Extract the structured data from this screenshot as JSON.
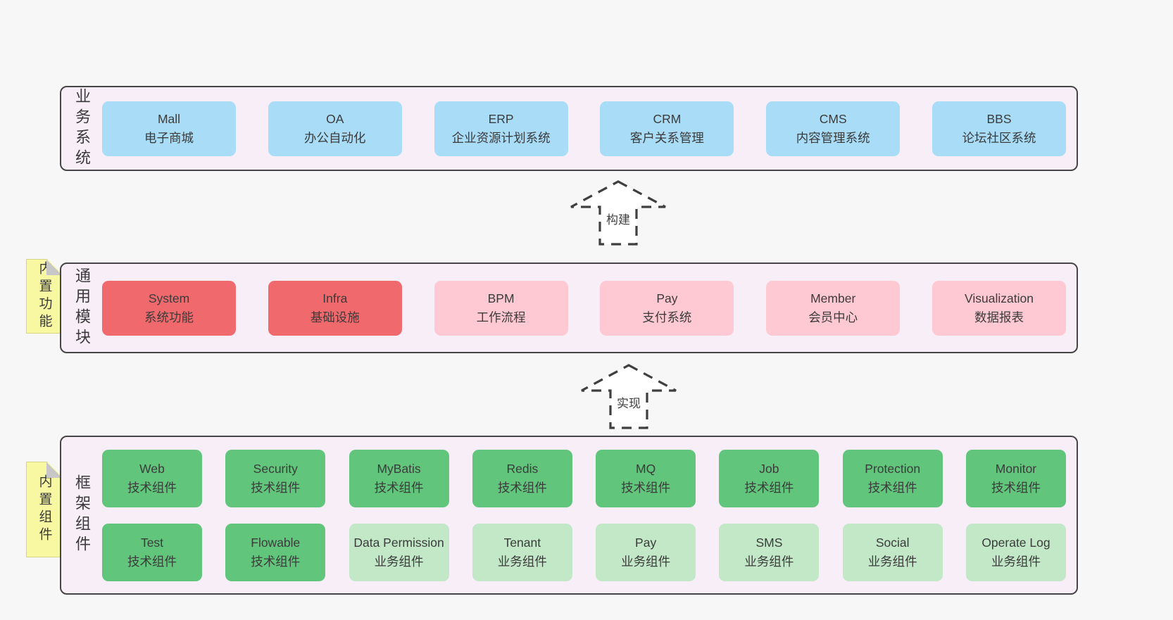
{
  "colors": {
    "page_bg": "#f7f7f7",
    "panel_bg": "#f8eef8",
    "panel_border": "#454545",
    "box_blue": "#a9dcf6",
    "box_red": "#f0696c",
    "box_pink": "#ffc9d3",
    "box_green": "#62c57c",
    "box_light_green": "#c2e8c8",
    "sticky_yellow": "#f8f8a2",
    "text": "#3b3b3b"
  },
  "panels": [
    {
      "label": "业务系统",
      "boxes": [
        {
          "title": "Mall",
          "subtitle": "电子商城"
        },
        {
          "title": "OA",
          "subtitle": "办公自动化"
        },
        {
          "title": "ERP",
          "subtitle": "企业资源计划系统"
        },
        {
          "title": "CRM",
          "subtitle": "客户关系管理"
        },
        {
          "title": "CMS",
          "subtitle": "内容管理系统"
        },
        {
          "title": "BBS",
          "subtitle": "论坛社区系统"
        }
      ]
    },
    {
      "label": "通用模块",
      "sticky": "内置功能",
      "boxes": [
        {
          "title": "System",
          "subtitle": "系统功能"
        },
        {
          "title": "Infra",
          "subtitle": "基础设施"
        },
        {
          "title": "BPM",
          "subtitle": "工作流程"
        },
        {
          "title": "Pay",
          "subtitle": "支付系统"
        },
        {
          "title": "Member",
          "subtitle": "会员中心"
        },
        {
          "title": "Visualization",
          "subtitle": "数据报表"
        }
      ]
    },
    {
      "label": "框架组件",
      "sticky": "内置组件",
      "rows": [
        [
          {
            "title": "Web",
            "subtitle": "技术组件"
          },
          {
            "title": "Security",
            "subtitle": "技术组件"
          },
          {
            "title": "MyBatis",
            "subtitle": "技术组件"
          },
          {
            "title": "Redis",
            "subtitle": "技术组件"
          },
          {
            "title": "MQ",
            "subtitle": "技术组件"
          },
          {
            "title": "Job",
            "subtitle": "技术组件"
          },
          {
            "title": "Protection",
            "subtitle": "技术组件"
          },
          {
            "title": "Monitor",
            "subtitle": "技术组件"
          }
        ],
        [
          {
            "title": "Test",
            "subtitle": "技术组件"
          },
          {
            "title": "Flowable",
            "subtitle": "技术组件"
          },
          {
            "title": "Data Permission",
            "subtitle": "业务组件"
          },
          {
            "title": "Tenant",
            "subtitle": "业务组件"
          },
          {
            "title": "Pay",
            "subtitle": "业务组件"
          },
          {
            "title": "SMS",
            "subtitle": "业务组件"
          },
          {
            "title": "Social",
            "subtitle": "业务组件"
          },
          {
            "title": "Operate Log",
            "subtitle": "业务组件"
          }
        ]
      ]
    }
  ],
  "arrows": [
    {
      "label": "构建"
    },
    {
      "label": "实现"
    }
  ]
}
